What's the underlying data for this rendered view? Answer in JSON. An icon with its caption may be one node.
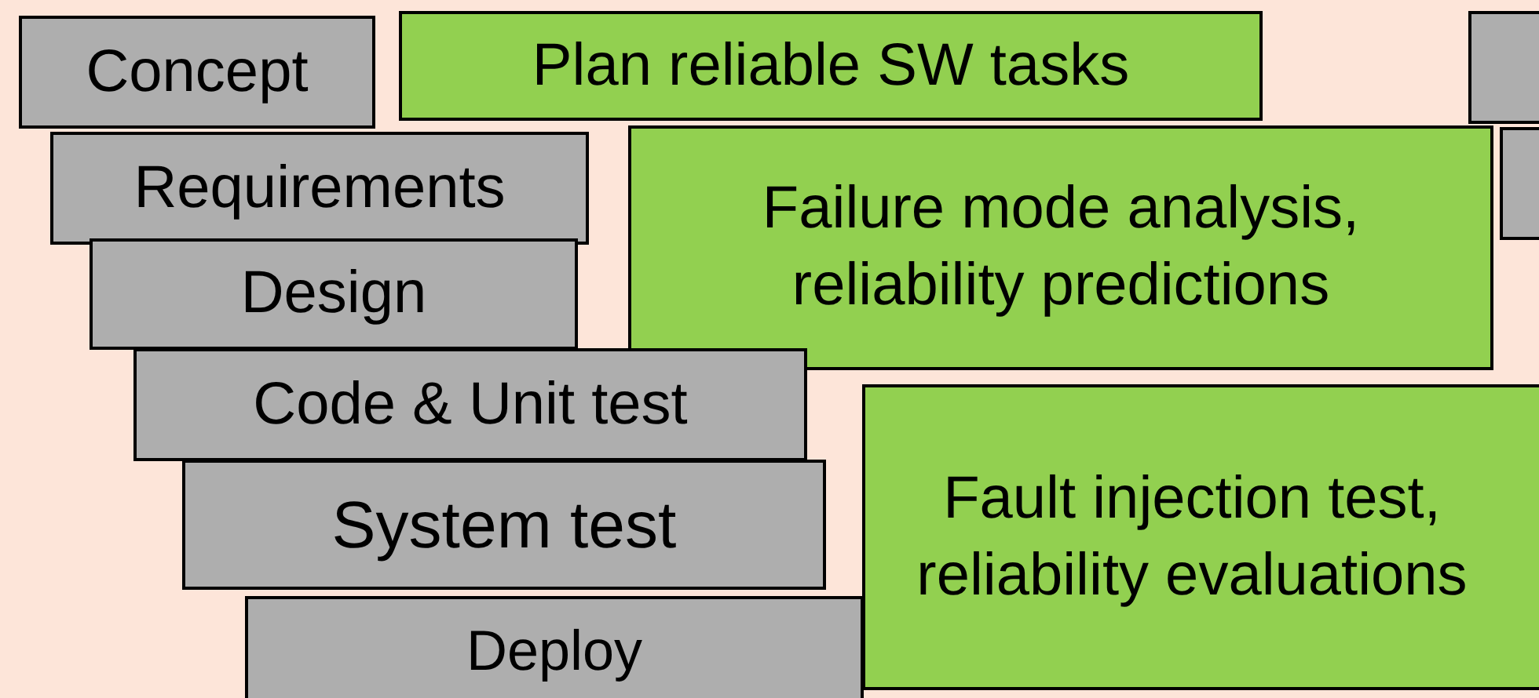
{
  "diagram": {
    "nodes": [
      {
        "text": [
          "Concept"
        ]
      },
      {
        "text": [
          "Plan reliable SW tasks"
        ]
      },
      {
        "text": [],
        "shape": "box"
      },
      {
        "text": [
          "Requirements"
        ]
      },
      {
        "text": [
          "Failure mode analysis, reliability predictions"
        ]
      },
      {
        "text": [],
        "shape": "box"
      },
      {
        "text": [
          "Design"
        ]
      },
      {
        "text": [
          "Code & Unit test"
        ]
      },
      {
        "text": [
          "System test"
        ]
      },
      {
        "text": [
          "Fault injection test, reliability evaluations"
        ]
      },
      {
        "text": [
          "Deploy"
        ]
      }
    ]
  }
}
